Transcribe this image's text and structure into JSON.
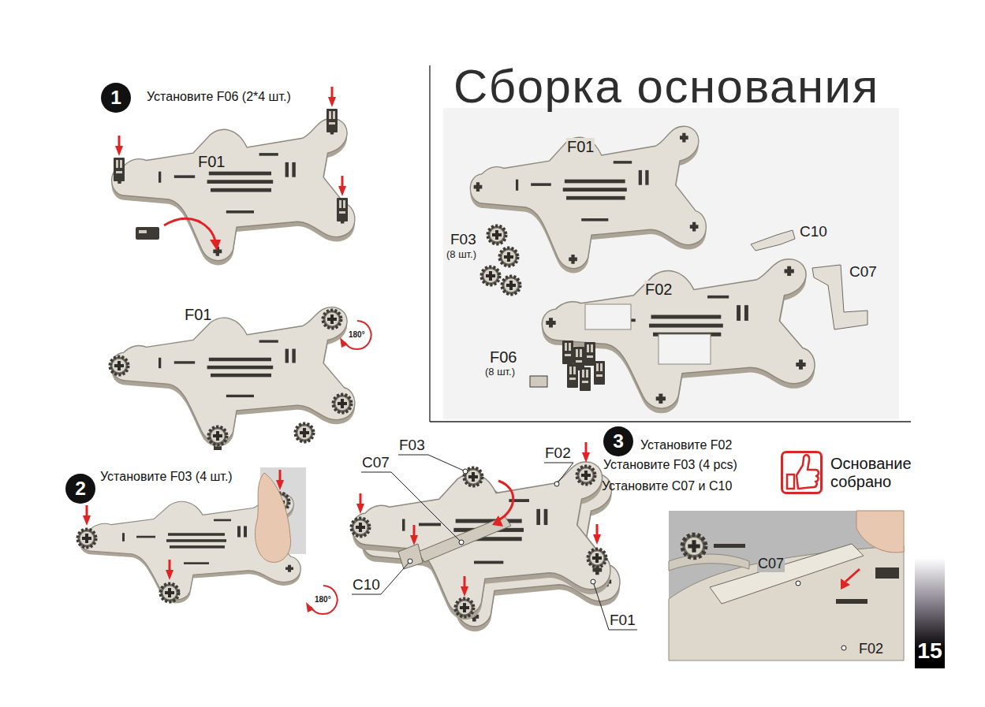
{
  "diagram": {
    "title": "Сборка основания",
    "nodes": [
      {
        "text": [
          "1",
          "Установите F06 (2*4 шт.)"
        ]
      },
      {
        "text": [
          "2",
          "Установите F03 (4 шт.)"
        ]
      },
      {
        "text": [
          "3",
          "Установите F02",
          "Установите F03 (4 pcs)",
          "Установите C07 и C10"
        ]
      },
      {
        "text": [
          "Основание собрано"
        ]
      },
      {
        "text": [
          "15"
        ]
      }
    ],
    "labels": [
      "F01",
      "F01",
      "180°",
      "F01",
      "F03",
      "(8 шт.)",
      "C10",
      "C07",
      "F02",
      "F06",
      "(8 шт.)",
      "180°",
      "F03",
      "F02",
      "C07",
      "C10",
      "F01",
      "C07",
      "F02"
    ]
  }
}
